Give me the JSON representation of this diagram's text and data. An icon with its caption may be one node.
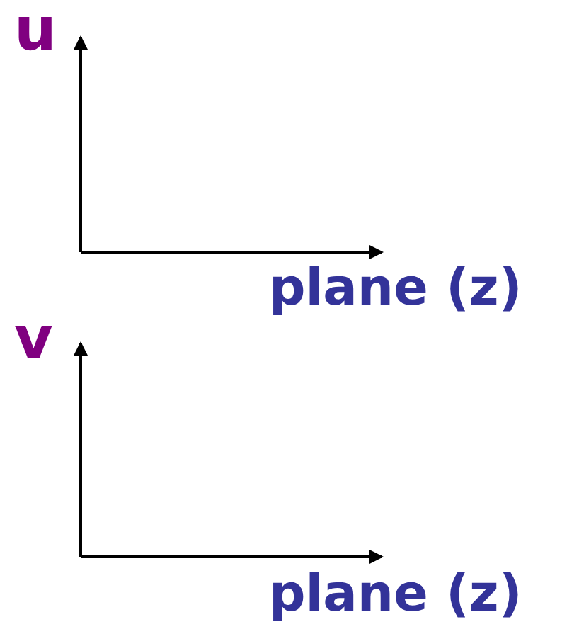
{
  "diagram": {
    "labels": [
      "u",
      "plane (z)",
      "v",
      "plane (z)"
    ]
  }
}
